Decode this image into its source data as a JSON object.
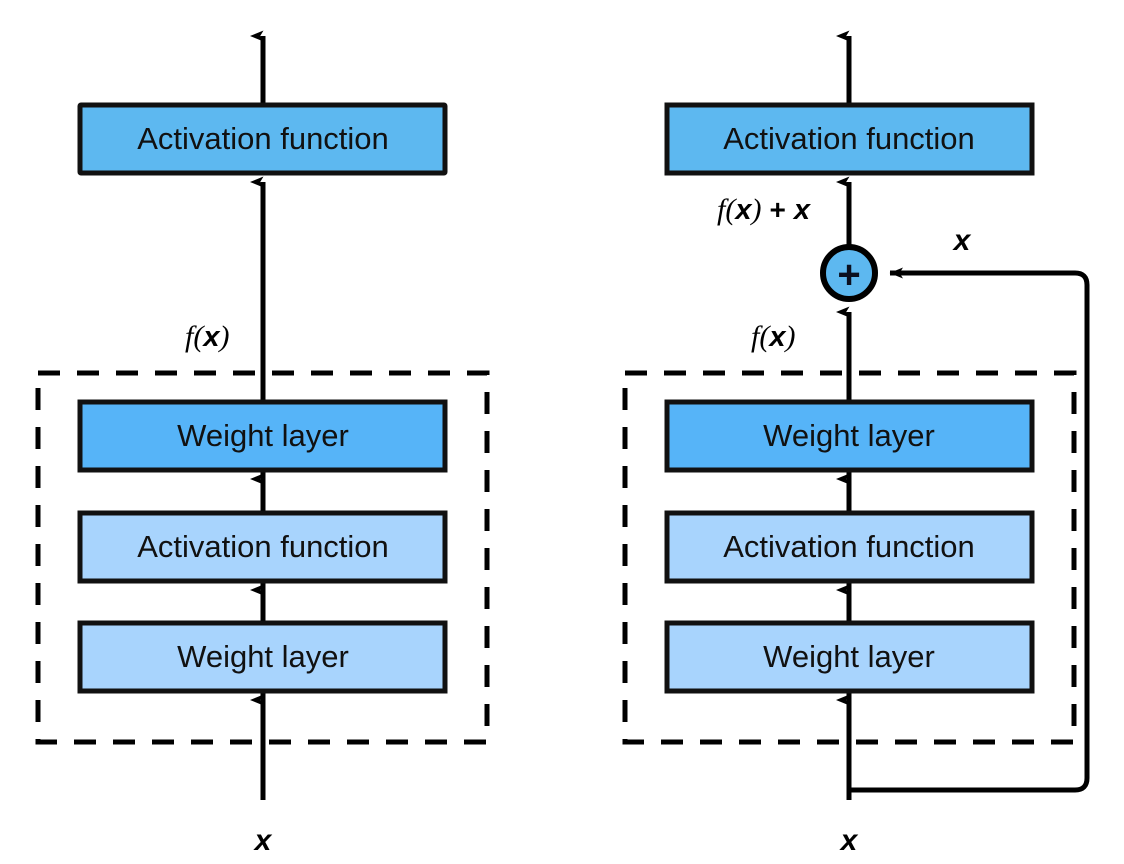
{
  "figure": {
    "title": "Plain network block versus residual block",
    "background_color": "#ffffff",
    "stroke_color": "#111111",
    "colors": {
      "box_dark_blue": "#56b4f8",
      "box_light_blue": "#a8d4fd",
      "box_medium_blue": "#5db8f0",
      "adder_fill": "#5db8f0",
      "outline": "#111111",
      "dashed_outline": "#000000"
    }
  },
  "left_diagram": {
    "name": "plain-block",
    "output_arrow_label": "",
    "top_block": {
      "label": "Activation function",
      "fill": "#5db8f0"
    },
    "mid_signal_label": {
      "fn": "f",
      "open": "(",
      "arg": "x",
      "close": ")"
    },
    "dashed_group_label": "",
    "blocks": [
      {
        "label": "Weight layer",
        "fill": "#56b4f8"
      },
      {
        "label": "Activation function",
        "fill": "#a8d4fd"
      },
      {
        "label": "Weight layer",
        "fill": "#a8d4fd"
      }
    ],
    "input_label": "x"
  },
  "right_diagram": {
    "name": "residual-block",
    "top_block": {
      "label": "Activation function",
      "fill": "#5db8f0"
    },
    "sum_output_label": {
      "fn": "f",
      "open": "(",
      "arg": "x",
      "close": ")",
      "op": "+",
      "term": "x"
    },
    "adder": {
      "glyph": "+",
      "fill": "#5db8f0"
    },
    "skip_label": "x",
    "branch_signal_label": {
      "fn": "f",
      "open": "(",
      "arg": "x",
      "close": ")"
    },
    "blocks": [
      {
        "label": "Weight layer",
        "fill": "#56b4f8"
      },
      {
        "label": "Activation function",
        "fill": "#a8d4fd"
      },
      {
        "label": "Weight layer",
        "fill": "#a8d4fd"
      }
    ],
    "input_label": "x"
  }
}
